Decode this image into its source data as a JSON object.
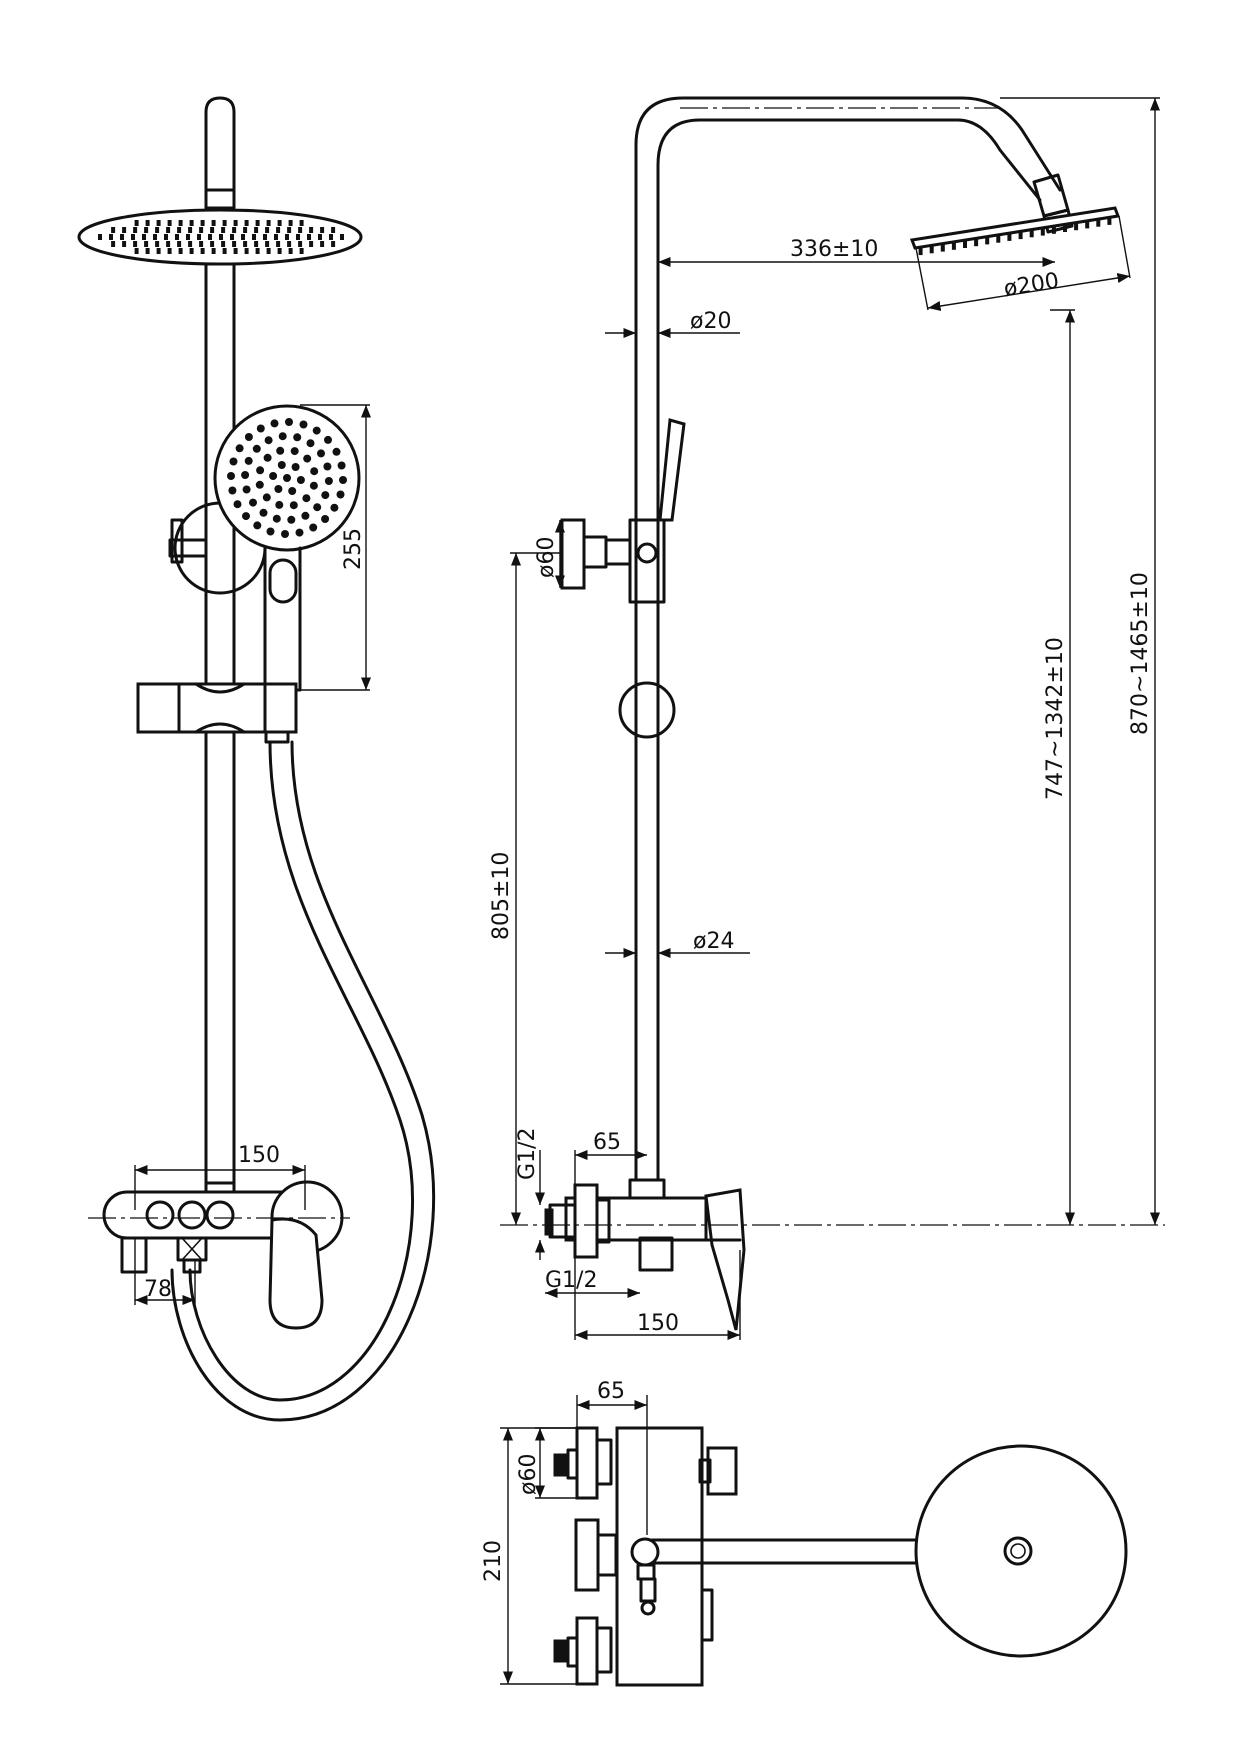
{
  "dimensions": {
    "front_rail_hand_shower_height": "255",
    "front_mixer_inlet_centers": "150",
    "front_outlet_offset": "78",
    "side_arm_projection": "336±10",
    "side_head_diameter": "ø200",
    "side_upper_pipe_diameter": "ø20",
    "side_lower_pipe_diameter": "ø24",
    "side_wall_flange_diameter": "ø60",
    "side_mixer_to_flange_height": "805±10",
    "side_head_height_range": "747~1342±10",
    "side_total_height_range": "870~1465±10",
    "side_inlet_thread_top": "G1/2",
    "side_inlet_thread_bottom": "G1/2",
    "side_mixer_projection": "65",
    "side_mixer_depth": "150",
    "top_mixer_projection": "65",
    "top_flange_diameter": "ø60",
    "top_overall_width": "210"
  }
}
